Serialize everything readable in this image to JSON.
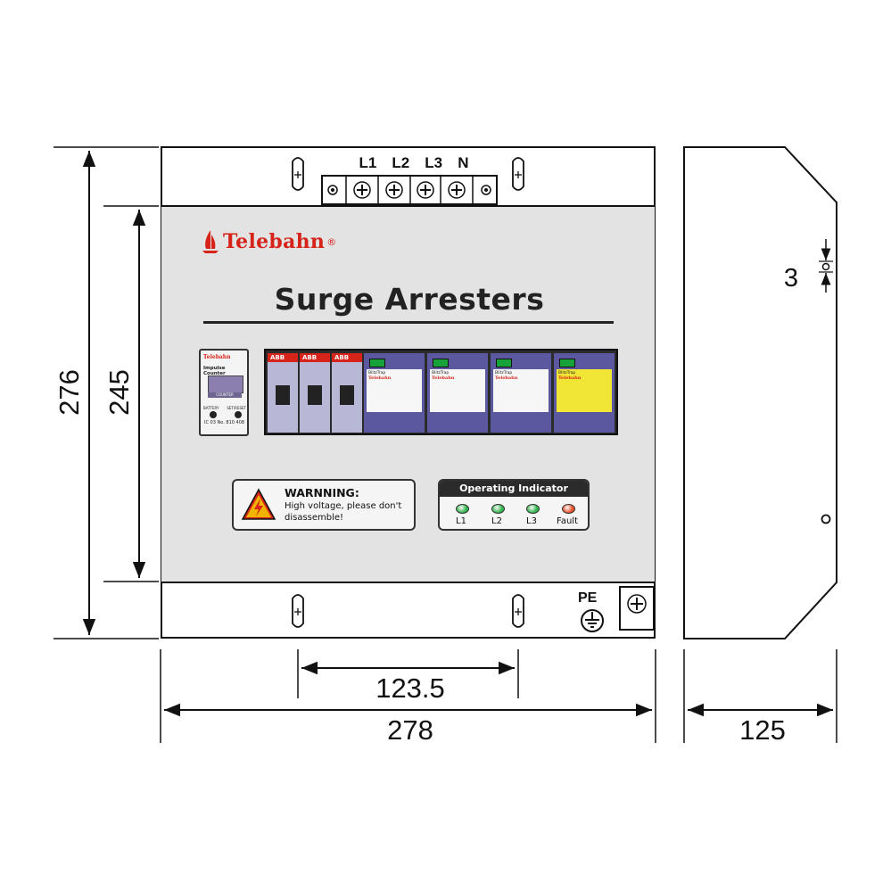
{
  "brand": {
    "name": "Telebahn",
    "registered": "®"
  },
  "title": "Surge Arresters",
  "terminals": [
    "L1",
    "L2",
    "L3",
    "N"
  ],
  "counter": {
    "brand": "Telebahn",
    "label": "Impulse Counter",
    "sub_label": "COUNTER",
    "button_left": "BATTERY",
    "button_right": "SET/RESET",
    "footer": "IC  03  No. 810 408"
  },
  "breakers": [
    {
      "label": "ABB"
    },
    {
      "label": "ABB"
    },
    {
      "label": "ABB"
    }
  ],
  "modules": [
    {
      "name": "BlitzTrap",
      "brand": "Telebahn",
      "color": "#f6f6f6"
    },
    {
      "name": "BlitzTrap",
      "brand": "Telebahn",
      "color": "#f6f6f6"
    },
    {
      "name": "BlitzTrap",
      "brand": "Telebahn",
      "color": "#f6f6f6"
    },
    {
      "name": "BlitzTrap",
      "brand": "Telebahn",
      "color": "#f1e636"
    }
  ],
  "warning": {
    "title": "WARNNING:",
    "text": "High voltage, please don't disassemble!"
  },
  "indicator": {
    "title": "Operating Indicator",
    "leds": [
      {
        "label": "L1",
        "color": "#2fb34a"
      },
      {
        "label": "L2",
        "color": "#2fb34a"
      },
      {
        "label": "L3",
        "color": "#2fb34a"
      },
      {
        "label": "Fault",
        "color": "#e8502a"
      }
    ]
  },
  "pe_label": "PE",
  "dimensions": {
    "outer_height": "276",
    "panel_height": "245",
    "hole_spacing": "123.5",
    "width": "278",
    "depth": "125",
    "gap": "3"
  },
  "colors": {
    "brand_red": "#d6241a",
    "panel_gray": "#e3e3e4",
    "module_purple": "#5c58a0",
    "breaker_lilac": "#b9b7d6"
  }
}
